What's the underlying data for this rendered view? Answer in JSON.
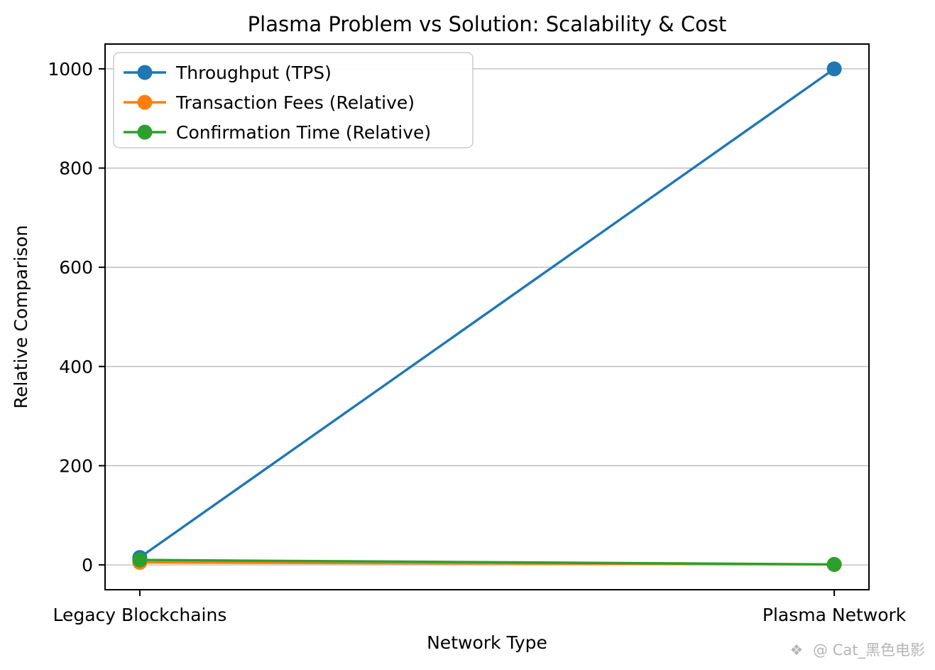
{
  "title": "Plasma Problem vs Solution: Scalability & Cost",
  "axes": {
    "xlabel": "Network Type",
    "ylabel": "Relative Comparison"
  },
  "watermark": {
    "icon": "❖",
    "text": "@ Cat_黑色电影"
  },
  "colors": {
    "throughput": "#1f77b4",
    "fees": "#ff7f0e",
    "confirmation": "#2ca02c",
    "grid": "#b8b8b8",
    "axis": "#000000",
    "legend_border": "#cccccc",
    "watermark": "#b6b6b6"
  },
  "chart_data": {
    "type": "line",
    "categories": [
      "Legacy Blockchains",
      "Plasma Network"
    ],
    "series": [
      {
        "name": "Throughput (TPS)",
        "key": "throughput",
        "color": "#1f77b4",
        "values": [
          15,
          1000
        ]
      },
      {
        "name": "Transaction Fees (Relative)",
        "key": "fees",
        "color": "#ff7f0e",
        "values": [
          5,
          1
        ]
      },
      {
        "name": "Confirmation Time (Relative)",
        "key": "confirmation",
        "color": "#2ca02c",
        "values": [
          10,
          1
        ]
      }
    ],
    "yticks": [
      0,
      200,
      400,
      600,
      800,
      1000
    ],
    "ylim": [
      -50,
      1050
    ],
    "x_margin": 0.05,
    "grid": true,
    "legend_position": "upper left",
    "title": "Plasma Problem vs Solution: Scalability & Cost",
    "xlabel": "Network Type",
    "ylabel": "Relative Comparison"
  }
}
